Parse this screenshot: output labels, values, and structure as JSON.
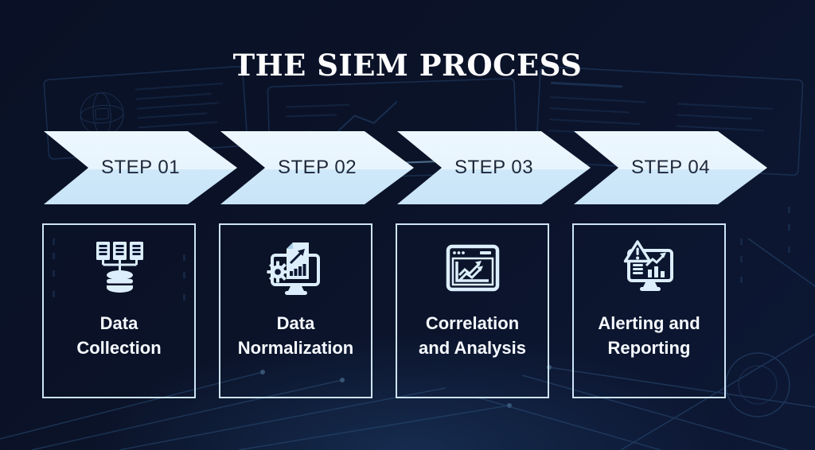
{
  "title": "THE SIEM PROCESS",
  "steps": [
    {
      "step_label": "STEP 01",
      "title_line1": "Data",
      "title_line2": "Collection",
      "icon": "data-collection-icon"
    },
    {
      "step_label": "STEP 02",
      "title_line1": "Data",
      "title_line2": "Normalization",
      "icon": "data-normalization-icon"
    },
    {
      "step_label": "STEP 03",
      "title_line1": "Correlation",
      "title_line2": "and Analysis",
      "icon": "correlation-analysis-icon"
    },
    {
      "step_label": "STEP 04",
      "title_line1": "Alerting and",
      "title_line2": "Reporting",
      "icon": "alerting-reporting-icon"
    }
  ],
  "colors": {
    "background": "#0b1329",
    "arrow_top": "#ecf7fe",
    "arrow_bottom": "#cfe9fa",
    "step_text": "#1d2739",
    "box_border": "#cde4f6",
    "label_text": "#f6faff",
    "icon": "#dceefb",
    "title_text": "#fdfdfe"
  }
}
